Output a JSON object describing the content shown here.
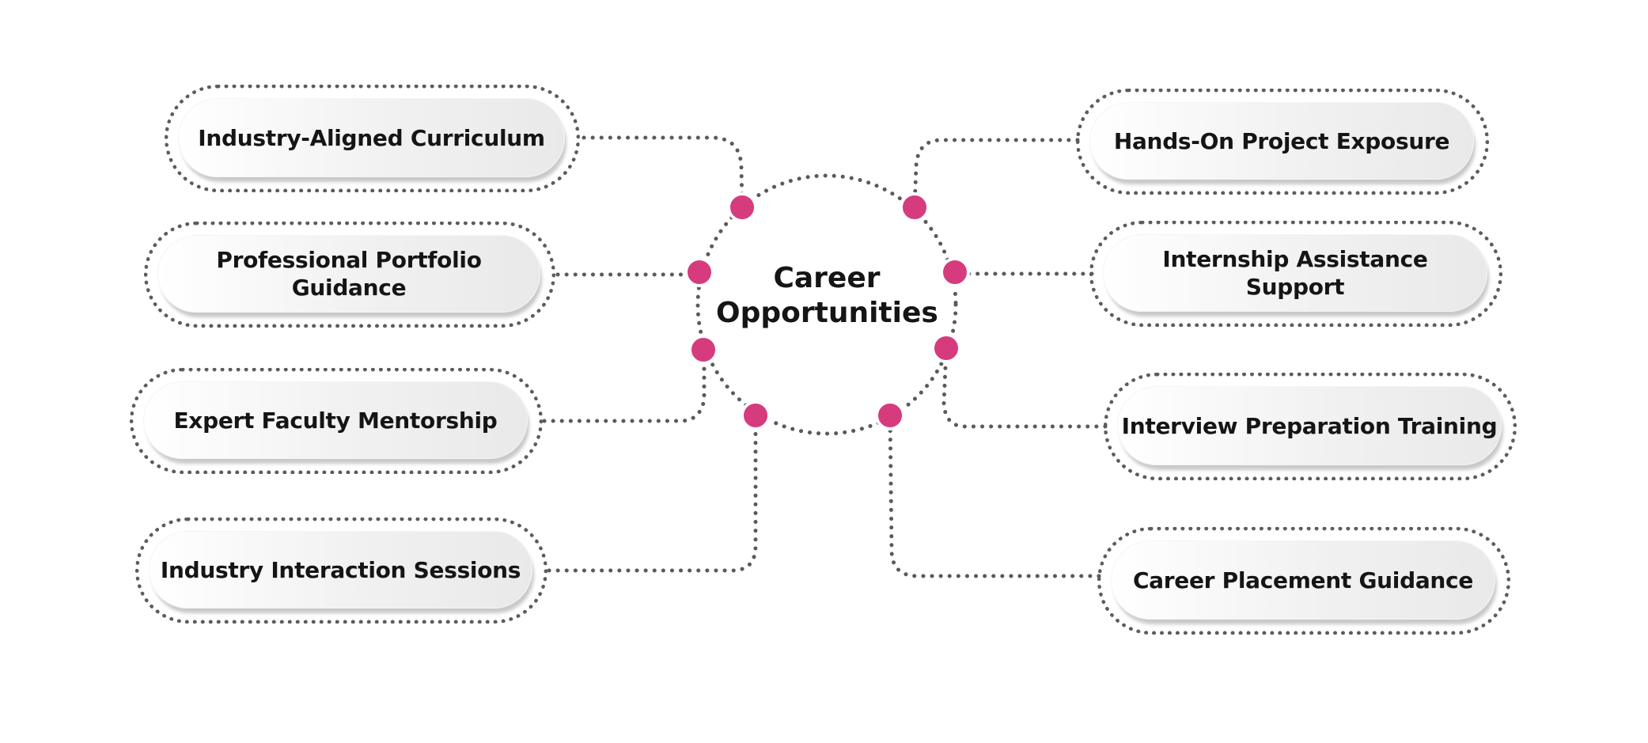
{
  "center": {
    "title": "Career\nOpportunities"
  },
  "colors": {
    "node": "#d63b7d",
    "connector": "#5a5a5a",
    "text": "#151515"
  },
  "items": [
    {
      "label": "Industry-Aligned Curriculum"
    },
    {
      "label": "Professional Portfolio\nGuidance"
    },
    {
      "label": "Expert Faculty Mentorship"
    },
    {
      "label": "Industry Interaction Sessions"
    },
    {
      "label": "Hands-On Project Exposure"
    },
    {
      "label": "Internship Assistance\nSupport"
    },
    {
      "label": "Interview Preparation Training"
    },
    {
      "label": "Career Placement Guidance"
    }
  ]
}
